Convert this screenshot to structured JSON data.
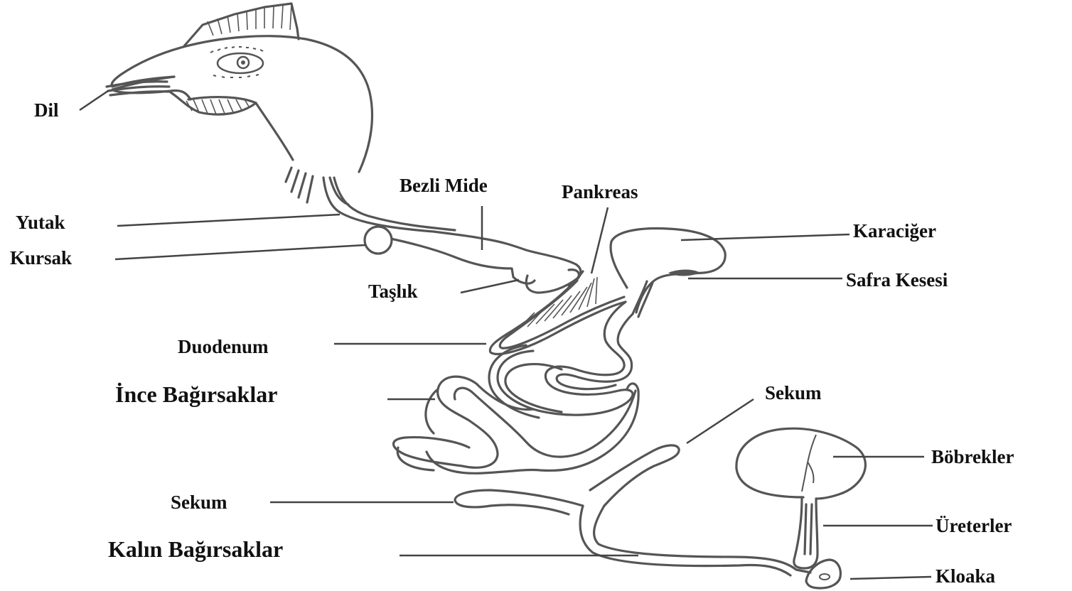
{
  "diagram": {
    "labels": {
      "dil": "Dil",
      "yutak": "Yutak",
      "kursak": "Kursak",
      "bezli_mide": "Bezli Mide",
      "pankreas": "Pankreas",
      "karaciger": "Karaciğer",
      "safra_kesesi": "Safra Kesesi",
      "taslik": "Taşlık",
      "duodenum": "Duodenum",
      "ince_bagirsaklar": "İnce Bağırsaklar",
      "sekum_right": "Sekum",
      "bobrekler": "Böbrekler",
      "sekum_left": "Sekum",
      "ureterler": "Üreterler",
      "kalin_bagirsaklar": "Kalın Bağırsaklar",
      "kloaka": "Kloaka"
    },
    "colors": {
      "line": "#555555",
      "text": "#111111",
      "background": "#ffffff"
    }
  }
}
